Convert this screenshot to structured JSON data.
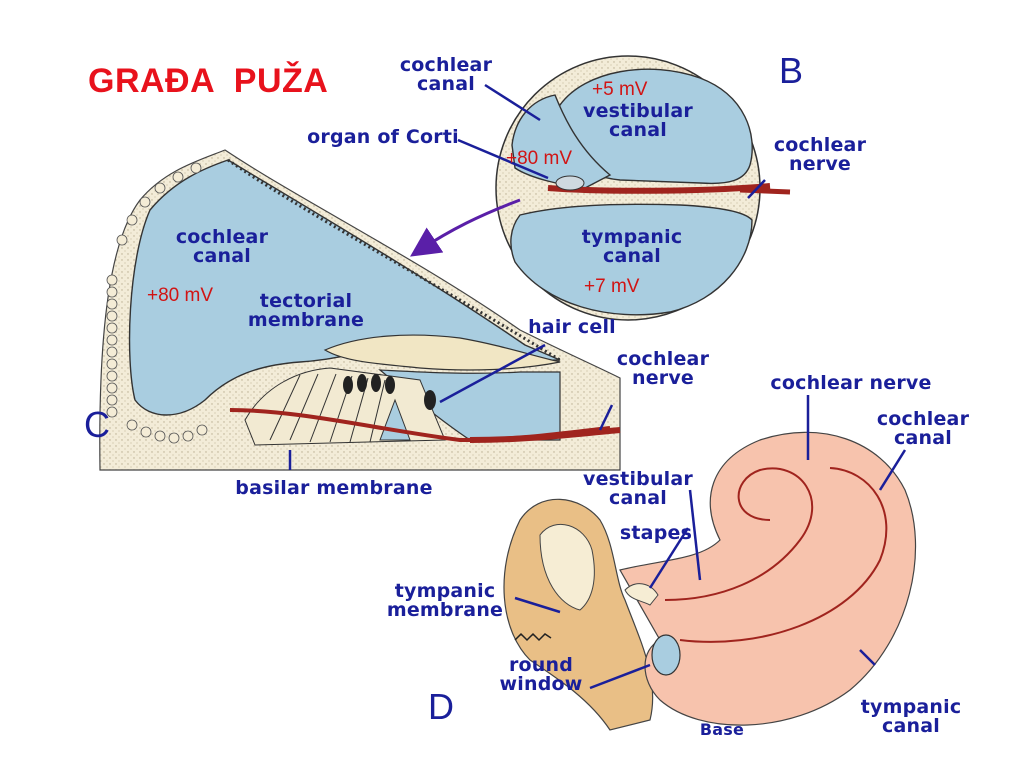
{
  "title": "GRAĐA  PUŽA",
  "panels": {
    "b": "B",
    "c": "C",
    "d": "D"
  },
  "labels": {
    "b_cochlear_canal": "cochlear\ncanal",
    "b_organ_of_corti": "organ of Corti",
    "b_vestibular_canal": "vestibular\ncanal",
    "b_cochlear_nerve": "cochlear\nnerve",
    "b_tympanic_canal": "tympanic\ncanal",
    "c_cochlear_canal": "cochlear\ncanal",
    "c_tectorial_membrane": "tectorial\nmembrane",
    "c_hair_cell": "hair cell",
    "c_cochlear_nerve": "cochlear\nnerve",
    "c_basilar_membrane": "basilar membrane",
    "d_cochlear_nerve": "cochlear nerve",
    "d_cochlear_canal": "cochlear\ncanal",
    "d_vestibular_canal": "vestibular\ncanal",
    "d_stapes": "stapes",
    "d_tympanic_membrane": "tympanic\nmembrane",
    "d_round_window": "round\nwindow",
    "d_base": "Base",
    "d_tympanic_canal": "tympanic\ncanal"
  },
  "potentials": {
    "b_vestibular": "+5 mV",
    "b_cochlear": "+80 mV",
    "b_tympanic": "+7 mV",
    "c_cochlear": "+80 mV"
  },
  "colors": {
    "title": "#e8121c",
    "label": "#1a1f9a",
    "potential": "#d11414",
    "fluid": "#a9cde0",
    "tissue": "#f4ecd6",
    "cochlea": "#f7c3ad",
    "bone": "#e9bf86",
    "nerve": "#a0241e",
    "arrow": "#5a1fa8"
  }
}
